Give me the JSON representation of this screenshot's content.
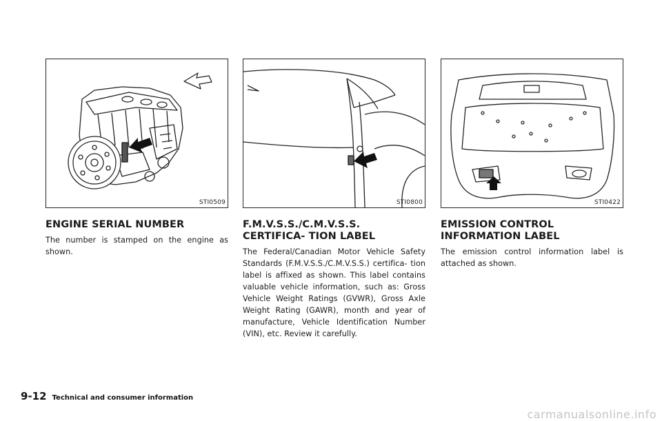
{
  "columns": [
    {
      "figure_code": "STI0509",
      "heading": "ENGINE SERIAL NUMBER",
      "body": "The number is stamped on the engine as shown."
    },
    {
      "figure_code": "STI0800",
      "heading": "F.M.V.S.S./C.M.V.S.S. CERTIFICA- TION LABEL",
      "body": "The Federal/Canadian Motor Vehicle Safety Standards (F.M.V.S.S./C.M.V.S.S.) certifica- tion label is affixed as shown. This label contains valuable vehicle information, such as: Gross Vehicle Weight Ratings (GVWR), Gross Axle Weight Rating (GAWR), month and year of manufacture, Vehicle Identification Number (VIN), etc. Review it carefully."
    },
    {
      "figure_code": "STI0422",
      "heading": "EMISSION CONTROL INFORMATION LABEL",
      "body": "The emission control information label is attached as shown."
    }
  ],
  "footer": {
    "page_number": "9-12",
    "section_title": "Technical and consumer information"
  },
  "watermark": "carmanualsonline.info"
}
